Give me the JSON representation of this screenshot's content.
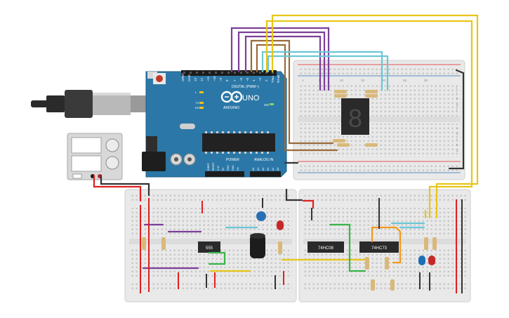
{
  "arduino": {
    "brand": "ARDUINO",
    "model": "UNO",
    "digital_label": "DIGITAL (PWM~)",
    "power_label": "POWER",
    "analog_label": "ANALOG IN",
    "on_label": "ON",
    "tx_label": "TX",
    "rx_label": "RX",
    "l_label": "L",
    "aref_label": "AREF",
    "gnd_label": "GND",
    "txrx_label": "TX▸1",
    "rxrx_label": "RX◂0",
    "pin_labels": [
      "13",
      "12",
      "~11",
      "~10",
      "~9",
      "8",
      "7",
      "~6",
      "~5",
      "4",
      "~3",
      "2"
    ],
    "analog_pins": [
      "A0",
      "A1",
      "A2",
      "A3",
      "A4",
      "A5"
    ],
    "power_pins": [
      "IOREF",
      "RESET",
      "3.3V",
      "5V",
      "GND",
      "GND",
      "Vin"
    ]
  },
  "chips": {
    "timer": "555",
    "and_gate": "74HC08",
    "flipflop": "74HC73"
  },
  "seven_segment": {
    "digit": "8"
  },
  "breadboard": {
    "row_letters": [
      "j",
      "i",
      "h",
      "g",
      "f",
      "e",
      "d",
      "c",
      "b",
      "a"
    ],
    "column_numbers": [
      "1",
      "5",
      "10",
      "15",
      "20",
      "25",
      "30"
    ]
  },
  "colors": {
    "arduino_board": "#2b78a8",
    "breadboard": "#e9e9e9",
    "wire_purple": "#7b3f9a",
    "wire_brown": "#9a6a3a",
    "wire_yellow": "#e6c619",
    "wire_cyan": "#69c7d6",
    "wire_red": "#e02020",
    "wire_black": "#333333",
    "wire_green": "#39b54a",
    "wire_orange": "#f39a1d",
    "led_red": "#c62828",
    "led_blue": "#1f6fb8"
  },
  "icons": [
    "usb-cable-icon",
    "arduino-logo-icon",
    "power-supply-icon",
    "capacitor-icon",
    "led-icon",
    "resistor-icon"
  ]
}
